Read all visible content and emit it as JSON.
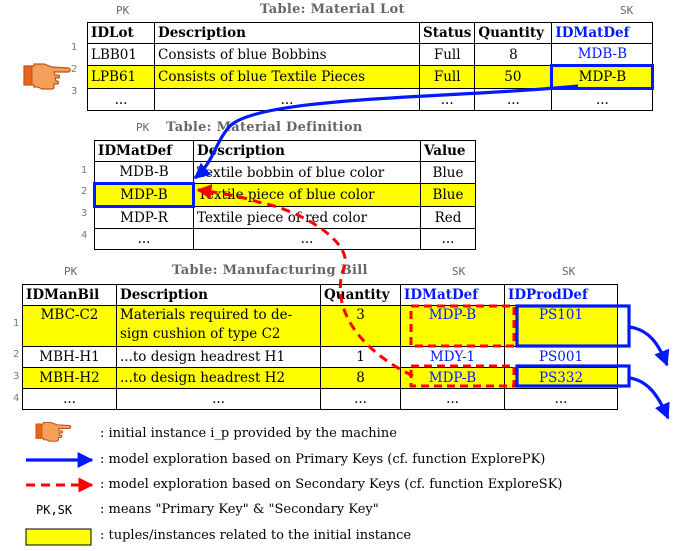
{
  "lot": {
    "title": "Table: Material Lot",
    "pk": "PK",
    "sk": "SK",
    "headers": [
      "IDLot",
      "Description",
      "Status",
      "Quantity",
      "IDMatDef"
    ],
    "rows": [
      {
        "n": "1",
        "cells": [
          "LBB01",
          "Consists of blue Bobbins",
          "Full",
          "8",
          "MDB-B"
        ]
      },
      {
        "n": "2",
        "cells": [
          "LPB61",
          "Consists of blue Textile Pieces",
          "Full",
          "50",
          "MDP-B"
        ]
      },
      {
        "n": "3",
        "cells": [
          "...",
          "...",
          "...",
          "...",
          "..."
        ]
      }
    ]
  },
  "matdef": {
    "title": "Table: Material Definition",
    "pk": "PK",
    "headers": [
      "IDMatDef",
      "Description",
      "Value"
    ],
    "rows": [
      {
        "n": "1",
        "cells": [
          "MDB-B",
          "Textile bobbin of blue color",
          "Blue"
        ]
      },
      {
        "n": "2",
        "cells": [
          "MDP-B",
          "Textile piece of blue color",
          "Blue"
        ]
      },
      {
        "n": "3",
        "cells": [
          "MDP-R",
          "Textile piece of red color",
          "Red"
        ]
      },
      {
        "n": "4",
        "cells": [
          "...",
          "...",
          "..."
        ]
      }
    ]
  },
  "bill": {
    "title": "Table: Manufacturing Bill",
    "pk": "PK",
    "sk1": "SK",
    "sk2": "SK",
    "headers": [
      "IDManBil",
      "Description",
      "Quantity",
      "IDMatDef",
      "IDProdDef"
    ],
    "rows": [
      {
        "n": "1",
        "cells": [
          "MBC-C2",
          "Materials required to de-",
          "3",
          "MDP-B",
          "PS101"
        ],
        "line2": "sign cushion of type C2"
      },
      {
        "n": "2",
        "cells": [
          "MBH-H1",
          "...to design headrest H1",
          "1",
          "MDY-1",
          "PS001"
        ]
      },
      {
        "n": "3",
        "cells": [
          "MBH-H2",
          "...to design headrest H2",
          "8",
          "MDP-B",
          "PS332"
        ]
      },
      {
        "n": "4",
        "cells": [
          "...",
          "...",
          "...",
          "...",
          "..."
        ]
      }
    ]
  },
  "legend": {
    "hand": ": initial instance i_p provided by the machine",
    "blue": ": model exploration based on Primary Keys (cf. function ExplorePK)",
    "red": ": model exploration based on Secondary Keys (cf. function ExploreSK)",
    "pksk_label": "PK,SK",
    "pksk": ": means \"Primary Key\" & \"Secondary Key\"",
    "yellow": ": tuples/instances related to the initial instance"
  },
  "colors": {
    "highlight": "#ffff00",
    "pk_arrow": "#0019ff",
    "sk_arrow": "#ff0000",
    "hand": "#e8651e"
  }
}
